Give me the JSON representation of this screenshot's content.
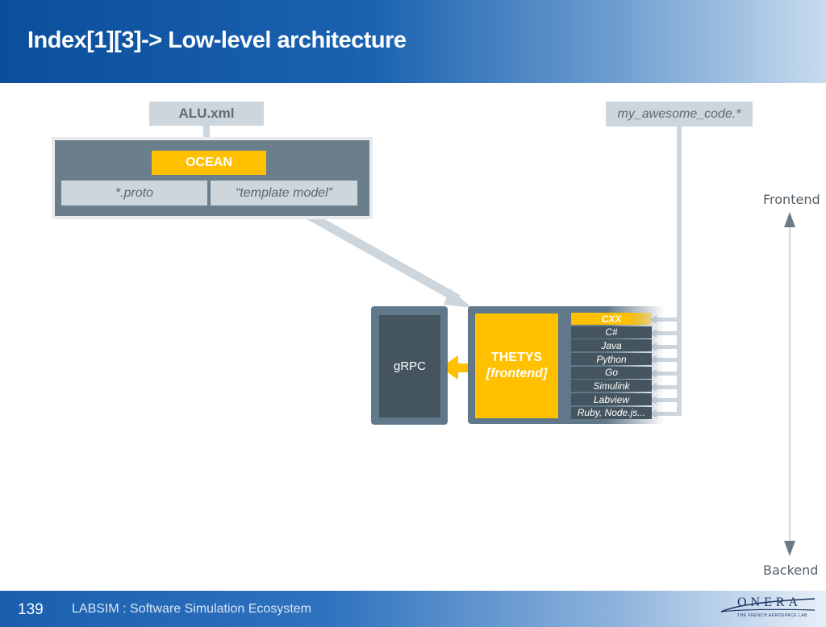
{
  "slide": {
    "title": "Index[1][3]-> Low-level architecture",
    "page_number": "139",
    "footer_text": "LABSIM : Software Simulation Ecosystem",
    "logo": {
      "brand": "ONERA",
      "tagline": "THE FRENCH AEROSPACE LAB"
    }
  },
  "diagram": {
    "alu_label": "ALU.xml",
    "ocean_label": "OCEAN",
    "proto_label": "*.proto",
    "template_label": "“template model”",
    "code_label": "my_awesome_code.*",
    "grpc_label": "gRPC",
    "thetys_label": "THETYS",
    "thetys_sub": "[frontend]",
    "languages": [
      "CXX",
      "C#",
      "Java",
      "Python",
      "Go",
      "Simulink",
      "Labview",
      "Ruby, Node.js..."
    ],
    "axis_top": "Frontend",
    "axis_bottom": "Backend"
  },
  "colors": {
    "accent_yellow": "#ffc000",
    "panel_slate": "#61788a",
    "dark_slate": "#45555f",
    "label_grey": "#cdd6dd"
  }
}
